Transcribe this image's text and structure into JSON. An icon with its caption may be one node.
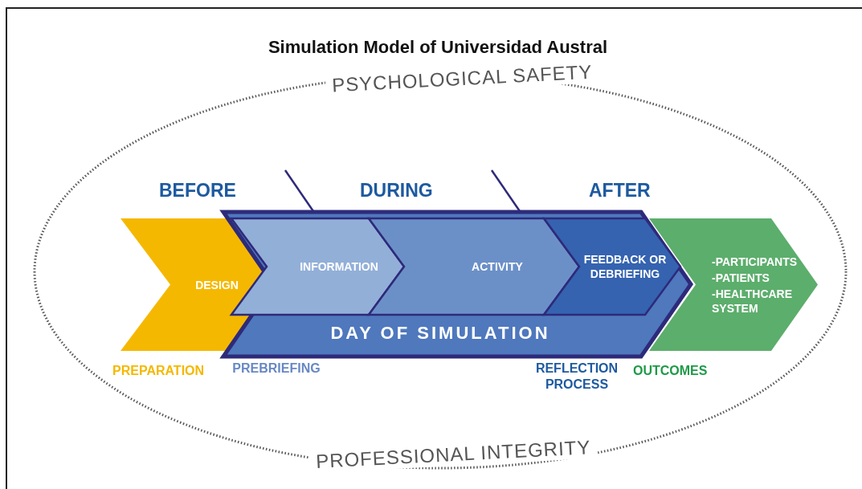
{
  "diagram": {
    "title": "Simulation Model of Universidad Austral",
    "nodes": [
      {
        "text": [
          "DESIGN"
        ],
        "beside": [
          "PREPARATION"
        ]
      },
      {
        "text": [
          "DAY OF SIMULATION"
        ]
      },
      {
        "text": [
          "INFORMATION"
        ],
        "in": 1
      },
      {
        "text": [
          "ACTIVITY"
        ],
        "in": 1
      },
      {
        "text": [
          "FEEDBACK OR DEBRIEFING"
        ],
        "in": 1
      },
      {
        "text": [
          "-PARTICIPANTS",
          "-PATIENTS",
          "-HEALTHCARE SYSTEM"
        ],
        "beside": [
          "OUTCOMES"
        ]
      }
    ],
    "edges": [],
    "labels": [
      "PSYCHOLOGICAL SAFETY",
      "BEFORE",
      "DURING",
      "AFTER",
      "PREBRIEFING",
      "REFLECTION PROCESS",
      "PROFESSIONAL INTEGRITY"
    ]
  }
}
